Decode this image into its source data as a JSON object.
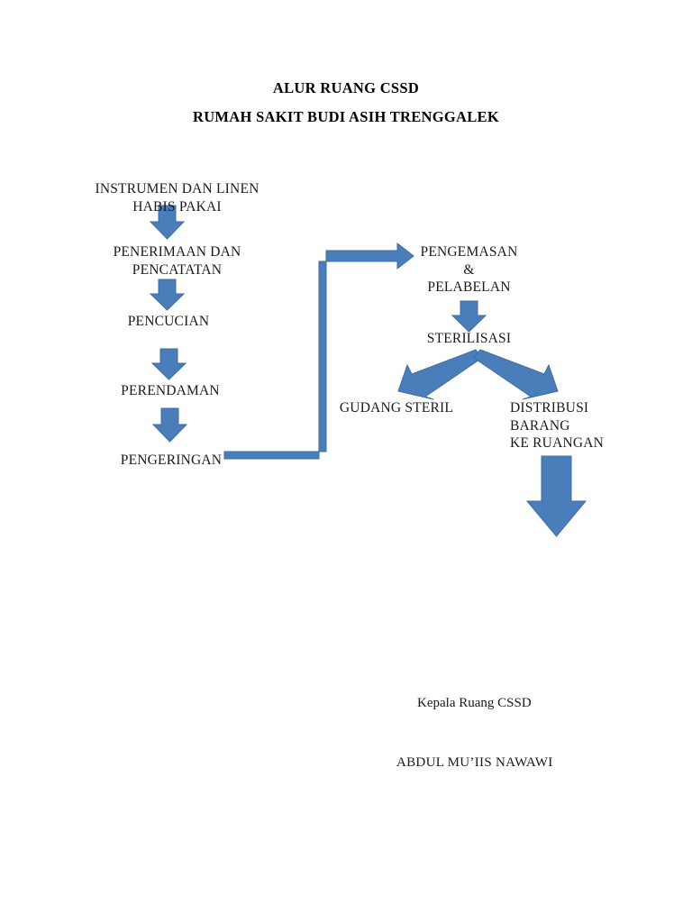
{
  "document": {
    "title_line1": "ALUR RUANG CSSD",
    "title_line2": "RUMAH SAKIT BUDI ASIH TRENGGALEK"
  },
  "colors": {
    "arrow_fill": "#4a7ebb",
    "arrow_stroke": "#3c6ca5",
    "text": "#1a1a1a",
    "background": "#ffffff"
  },
  "flow": {
    "nodes": [
      {
        "id": "instrumen",
        "label": "INSTRUMEN DAN LINEN\nHABIS PAKAI"
      },
      {
        "id": "penerimaan",
        "label": "PENERIMAAN DAN\nPENCATATAN"
      },
      {
        "id": "pencucian",
        "label": "PENCUCIAN"
      },
      {
        "id": "perendaman",
        "label": "PERENDAMAN"
      },
      {
        "id": "pengeringan",
        "label": "PENGERINGAN"
      },
      {
        "id": "pengemasan",
        "label": "PENGEMASAN\n&\nPELABELAN"
      },
      {
        "id": "sterilisasi",
        "label": "STERILISASI"
      },
      {
        "id": "gudang",
        "label": "GUDANG STERIL"
      },
      {
        "id": "distribusi",
        "label": "DISTRIBUSI\nBARANG\nKE RUANGAN"
      }
    ],
    "connectors": [
      {
        "id": "instrumen-to-penerimaan",
        "type": "down-arrow"
      },
      {
        "id": "penerimaan-to-pencucian",
        "type": "down-arrow"
      },
      {
        "id": "pencucian-to-perendaman",
        "type": "down-arrow"
      },
      {
        "id": "perendaman-to-pengeringan",
        "type": "down-arrow"
      },
      {
        "id": "pengeringan-to-pengemasan",
        "type": "elbow-right-arrow"
      },
      {
        "id": "pengemasan-to-sterilisasi",
        "type": "down-arrow"
      },
      {
        "id": "sterilisasi-to-gudang",
        "type": "diagonal-arrow-left"
      },
      {
        "id": "sterilisasi-to-distribusi",
        "type": "diagonal-arrow-right"
      },
      {
        "id": "distribusi-output",
        "type": "large-down-arrow"
      }
    ]
  },
  "signature": {
    "role": "Kepala Ruang CSSD",
    "name": "ABDUL MU’IIS NAWAWI"
  }
}
